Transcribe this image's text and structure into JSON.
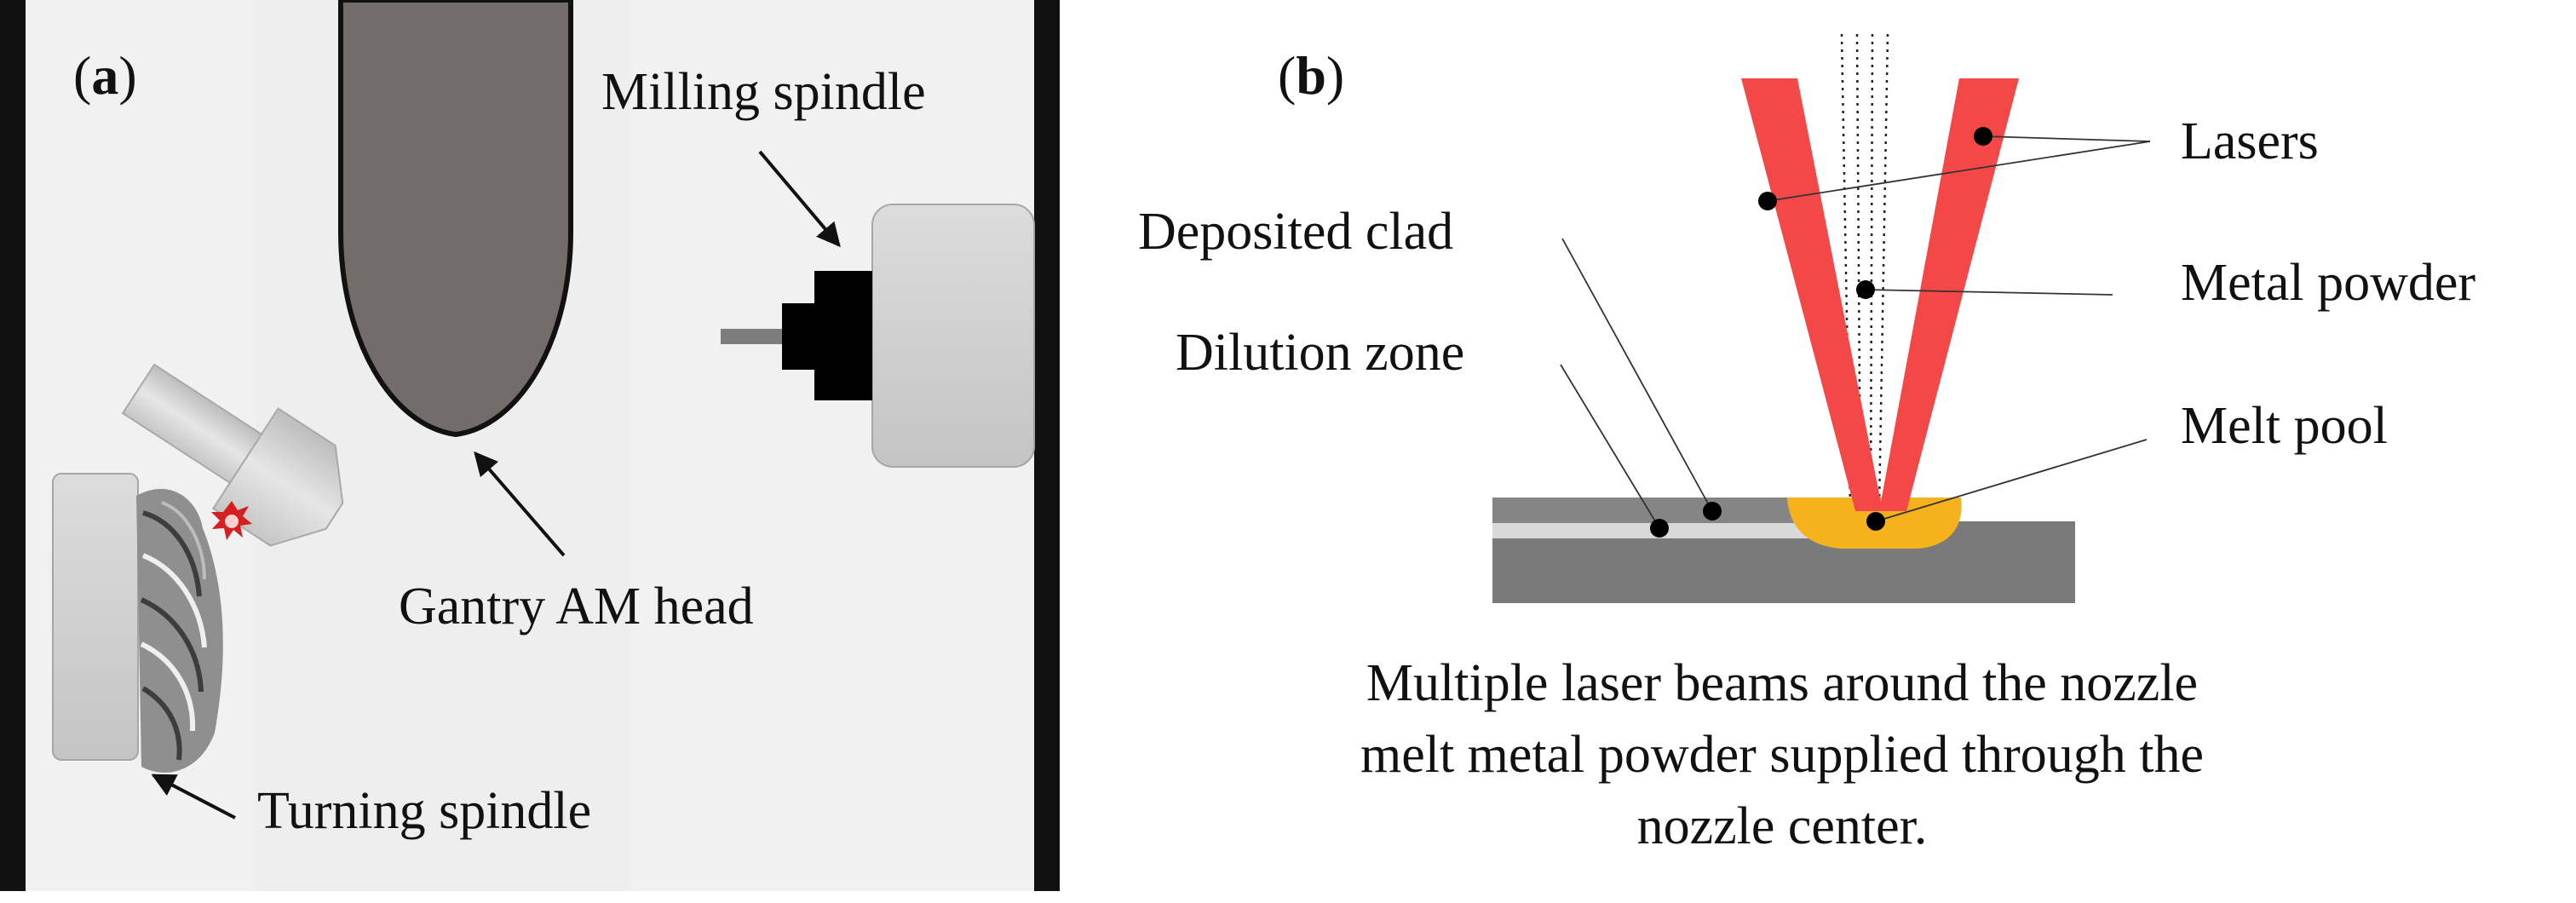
{
  "panel_a": {
    "letter_open": "(",
    "letter": "a",
    "letter_close": ")",
    "labels": {
      "milling_spindle": "Milling spindle",
      "gantry_am_head": "Gantry AM head",
      "turning_spindle": "Turning spindle"
    }
  },
  "panel_b": {
    "letter_open": "(",
    "letter": "b",
    "letter_close": ")",
    "labels": {
      "lasers": "Lasers",
      "deposited_clad": "Deposited clad",
      "metal_powder": "Metal powder",
      "dilution_zone": "Dilution zone",
      "melt_pool": "Melt pool"
    },
    "caption": [
      "Multiple laser beams around the nozzle",
      "melt metal powder supplied through the",
      "nozzle center."
    ]
  },
  "colors": {
    "machine_wall": "#f0f0f0",
    "frame_bar": "#111111",
    "am_head": "#736c6b",
    "spindle_housing": "#cfcfcf",
    "laser": "#f44848",
    "melt_pool": "#f5b21d",
    "substrate": "#7a7a7a",
    "clad": "#8a8a8a",
    "dilution": "#d8d8d8",
    "spark": "#d61f1f"
  }
}
